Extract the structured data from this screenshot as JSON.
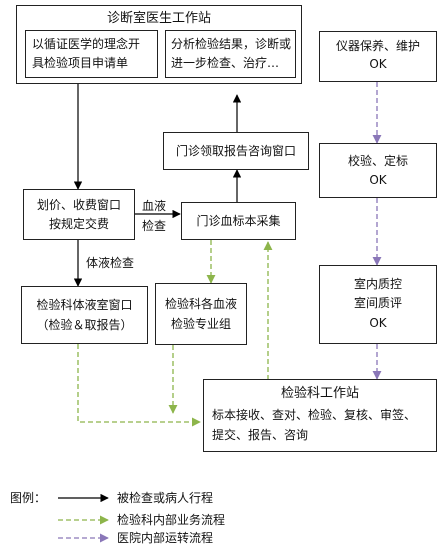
{
  "boxes": {
    "doctor_station": {
      "title": "诊断室医生工作站",
      "left_lines": [
        "以循证医学的理念开",
        "具检验项目申请单"
      ],
      "right_lines": [
        "分析检验结果，诊断或",
        "进一步检查、治疗…"
      ]
    },
    "instrument": {
      "lines": [
        "仪器保养、维护",
        "OK"
      ]
    },
    "report_window": {
      "label": "门诊领取报告咨询窗口"
    },
    "calibration": {
      "lines": [
        "校验、定标",
        "OK"
      ]
    },
    "payment": {
      "lines": [
        "划价、收费窗口",
        "按规定交费"
      ]
    },
    "blood_collection": {
      "label": "门诊血标本采集"
    },
    "quality": {
      "lines": [
        "室内质控",
        "室间质评",
        "OK"
      ]
    },
    "fluid_window": {
      "lines": [
        "检验科体液室窗口",
        "（检验＆取报告）"
      ]
    },
    "blood_groups": {
      "lines": [
        "检验科各血液",
        "检验专业组"
      ]
    },
    "lab_station": {
      "title": "检验科工作站",
      "lines": [
        "标本接收、查对、检验、复核、审签、",
        "提交、报告、咨询"
      ]
    }
  },
  "edge_labels": {
    "blood_test": [
      "血液",
      "检查"
    ],
    "fluid_test": "体液检查"
  },
  "legend": {
    "title": "图例：",
    "items": [
      {
        "label": "被检查或病人行程",
        "color": "#000000",
        "style": "solid"
      },
      {
        "label": "检验科内部业务流程",
        "color": "#8db54b",
        "style": "dashed"
      },
      {
        "label": "医院内部运转流程",
        "color": "#8a77b8",
        "style": "dashed"
      }
    ]
  }
}
